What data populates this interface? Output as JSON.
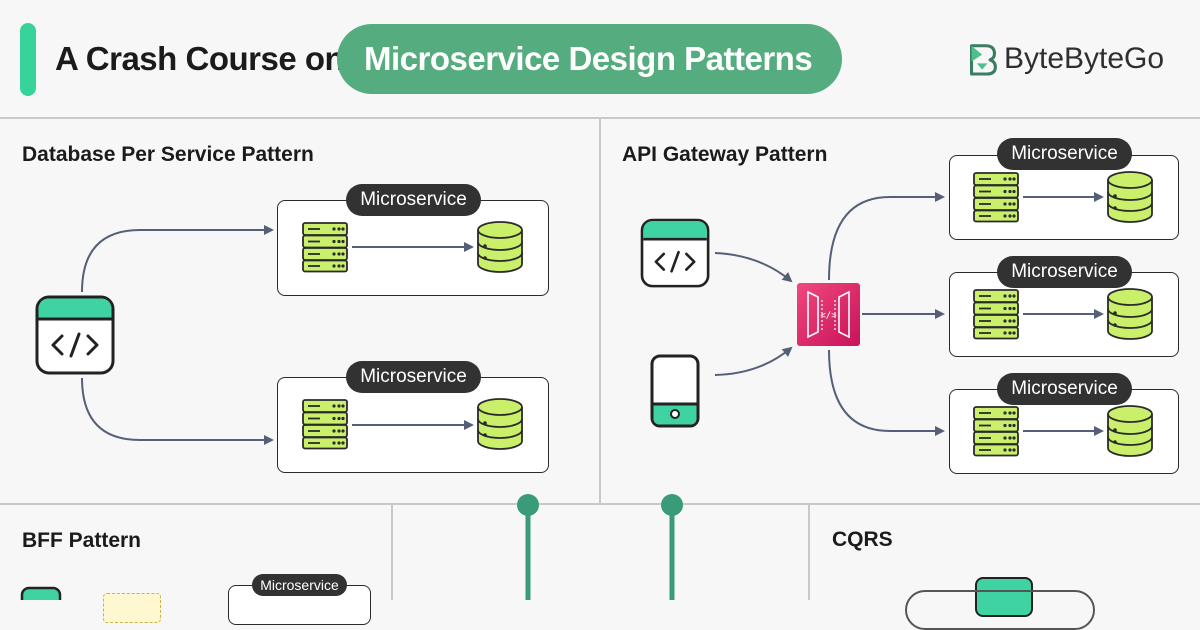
{
  "header": {
    "title_prefix": "A Crash Course on",
    "title_highlight": "Microservice Design Patterns",
    "brand": "ByteByteGo"
  },
  "sections": {
    "database_per_service": {
      "title": "Database Per Service Pattern"
    },
    "api_gateway": {
      "title": "API Gateway Pattern"
    },
    "bff": {
      "title": "BFF Pattern"
    },
    "cqrs": {
      "title": "CQRS"
    }
  },
  "labels": {
    "microservice": "Microservice"
  },
  "colors": {
    "accent": "#36d39a",
    "title_pill": "#55ac7e",
    "server_green": "#c9ef6b",
    "gateway_pink": "#e0256c",
    "teal_line": "#3a9b79"
  },
  "icons": [
    "client-app-icon",
    "server-rack-icon",
    "database-icon",
    "mobile-phone-icon",
    "api-gateway-icon",
    "brand-logo-icon"
  ]
}
